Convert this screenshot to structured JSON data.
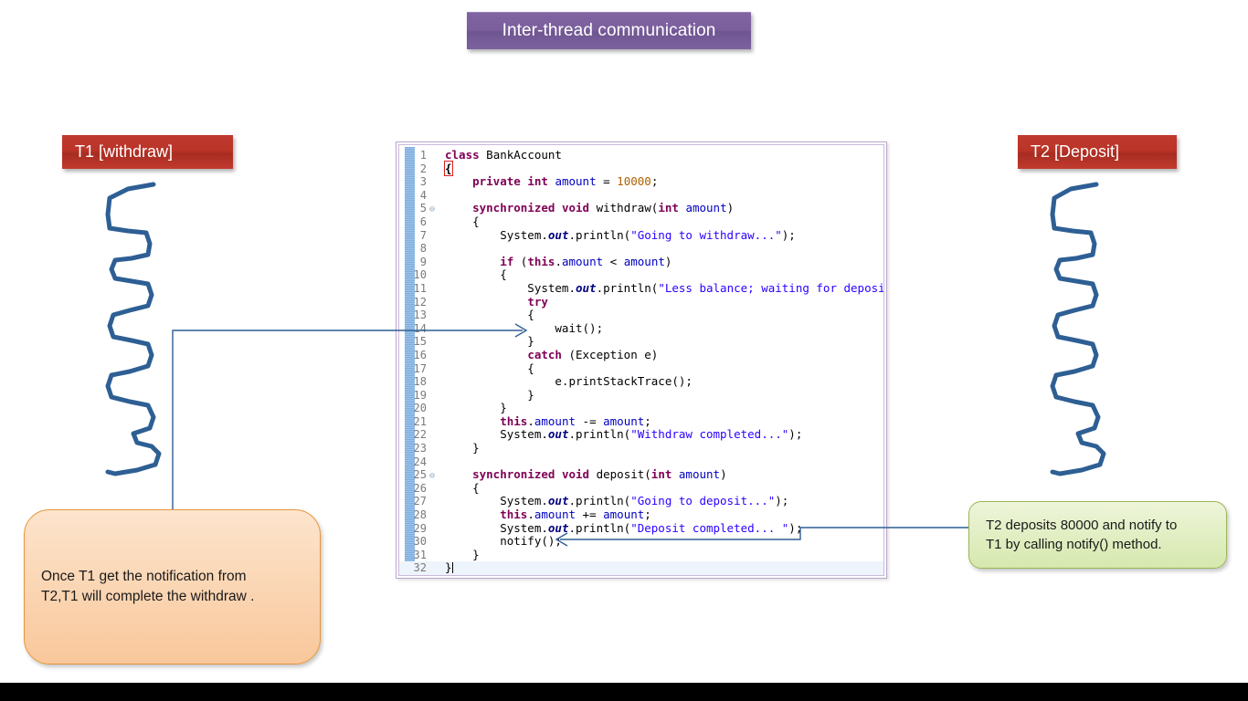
{
  "title": {
    "text": "Inter-thread communication",
    "bg_color": "#7a5f9c",
    "text_color": "#ffffff"
  },
  "threads": {
    "left": {
      "label": "T1 [withdraw]",
      "chip_color": "#bb3428"
    },
    "right": {
      "label": "T2 [Deposit]",
      "chip_color": "#bb3428"
    }
  },
  "code_panel": {
    "language": "java",
    "border_color": "#b9a7cc",
    "current_line": 32,
    "lines": [
      {
        "n": "1",
        "fold": "",
        "indent": 0,
        "text": "class BankAccount"
      },
      {
        "n": "2",
        "fold": "",
        "indent": 0,
        "text": "{"
      },
      {
        "n": "3",
        "fold": "",
        "indent": 1,
        "text": "private int amount = 10000;"
      },
      {
        "n": "4",
        "fold": "",
        "indent": 0,
        "text": ""
      },
      {
        "n": "5",
        "fold": "-",
        "indent": 1,
        "text": "synchronized void withdraw(int amount)"
      },
      {
        "n": "6",
        "fold": "",
        "indent": 1,
        "text": "{"
      },
      {
        "n": "7",
        "fold": "",
        "indent": 2,
        "text": "System.out.println(\"Going to withdraw...\");"
      },
      {
        "n": "8",
        "fold": "",
        "indent": 0,
        "text": ""
      },
      {
        "n": "9",
        "fold": "",
        "indent": 2,
        "text": "if (this.amount < amount)"
      },
      {
        "n": "10",
        "fold": "",
        "indent": 2,
        "text": "{"
      },
      {
        "n": "11",
        "fold": "",
        "indent": 3,
        "text": "System.out.println(\"Less balance; waiting for deposit...\");"
      },
      {
        "n": "12",
        "fold": "",
        "indent": 3,
        "text": "try"
      },
      {
        "n": "13",
        "fold": "",
        "indent": 3,
        "text": "{"
      },
      {
        "n": "14",
        "fold": "",
        "indent": 4,
        "text": "wait();"
      },
      {
        "n": "15",
        "fold": "",
        "indent": 3,
        "text": "}"
      },
      {
        "n": "16",
        "fold": "",
        "indent": 3,
        "text": "catch (Exception e)"
      },
      {
        "n": "17",
        "fold": "",
        "indent": 3,
        "text": "{"
      },
      {
        "n": "18",
        "fold": "",
        "indent": 4,
        "text": "e.printStackTrace();"
      },
      {
        "n": "19",
        "fold": "",
        "indent": 3,
        "text": "}"
      },
      {
        "n": "20",
        "fold": "",
        "indent": 2,
        "text": "}"
      },
      {
        "n": "21",
        "fold": "",
        "indent": 2,
        "text": "this.amount -= amount;"
      },
      {
        "n": "22",
        "fold": "",
        "indent": 2,
        "text": "System.out.println(\"Withdraw completed...\");"
      },
      {
        "n": "23",
        "fold": "",
        "indent": 1,
        "text": "}"
      },
      {
        "n": "24",
        "fold": "",
        "indent": 0,
        "text": ""
      },
      {
        "n": "25",
        "fold": "-",
        "indent": 1,
        "text": "synchronized void deposit(int amount)"
      },
      {
        "n": "26",
        "fold": "",
        "indent": 1,
        "text": "{"
      },
      {
        "n": "27",
        "fold": "",
        "indent": 2,
        "text": "System.out.println(\"Going to deposit...\");"
      },
      {
        "n": "28",
        "fold": "",
        "indent": 2,
        "text": "this.amount += amount;"
      },
      {
        "n": "29",
        "fold": "",
        "indent": 2,
        "text": "System.out.println(\"Deposit completed... \");"
      },
      {
        "n": "30",
        "fold": "",
        "indent": 2,
        "text": "notify();"
      },
      {
        "n": "31",
        "fold": "",
        "indent": 1,
        "text": "}"
      },
      {
        "n": "32",
        "fold": "",
        "indent": 0,
        "text": "}"
      }
    ]
  },
  "callouts": {
    "left": {
      "line1": "Once T1 get the notification from",
      "line2": "T2,T1 will complete the withdraw .",
      "border_color": "#e8963c",
      "fill_color": "#f9c79b"
    },
    "right": {
      "line1": "T2 deposits 80000 and notify to",
      "line2": "T1 by calling notify() method.",
      "border_color": "#9ab757",
      "fill_color": "#d6e8ae"
    }
  },
  "connectors": {
    "line_color": "#2e5f94",
    "left_target": "wait();",
    "right_target": "notify();"
  }
}
